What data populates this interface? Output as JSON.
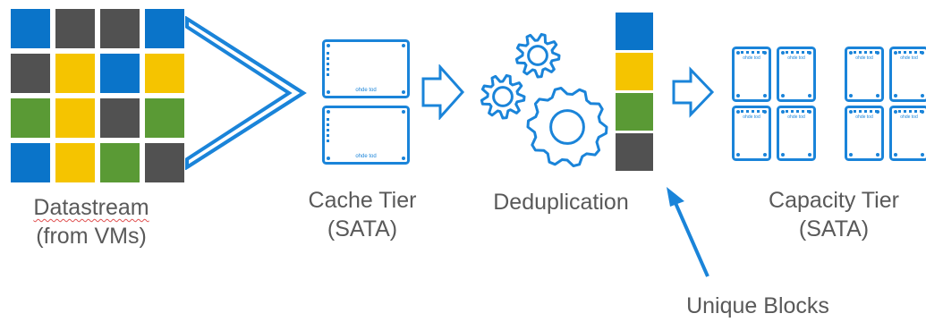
{
  "colors": {
    "blue": "#0a74c9",
    "dark": "#515151",
    "yellow": "#f5c400",
    "green": "#5a9a35",
    "outline": "#1a84d9",
    "text": "#595959"
  },
  "datastream": {
    "grid": [
      [
        "blue",
        "dark",
        "dark",
        "blue"
      ],
      [
        "dark",
        "yellow",
        "blue",
        "yellow"
      ],
      [
        "green",
        "yellow",
        "dark",
        "green"
      ],
      [
        "blue",
        "yellow",
        "green",
        "dark"
      ]
    ],
    "label_line1": "Datastream",
    "label_line2": "(from VMs)"
  },
  "cache_tier": {
    "label_line1": "Cache Tier",
    "label_line2": "(SATA)",
    "drive_text": "ohde tod"
  },
  "deduplication": {
    "label": "Deduplication",
    "stack": [
      "blue",
      "yellow",
      "green",
      "dark"
    ]
  },
  "capacity_tier": {
    "label_line1": "Capacity Tier",
    "label_line2": "(SATA)",
    "drive_text": "ohde tod"
  },
  "unique_blocks": {
    "label": "Unique Blocks"
  }
}
